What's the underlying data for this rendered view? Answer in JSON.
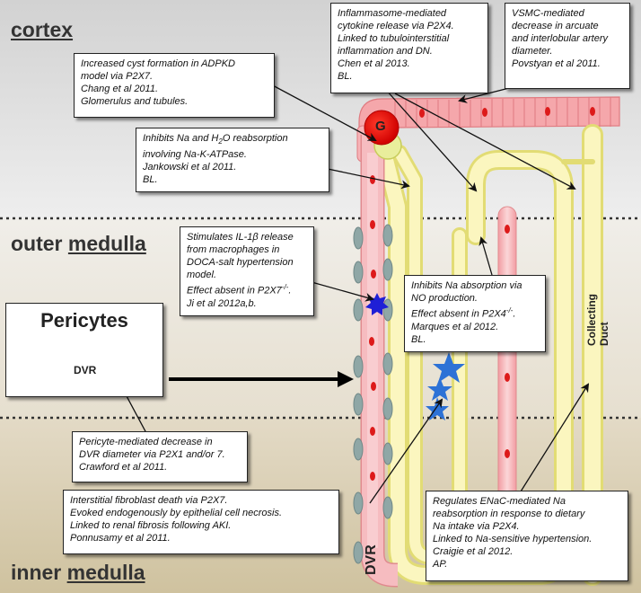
{
  "zones": {
    "cortex": "cortex",
    "outer_a": "outer ",
    "outer_b": "medulla",
    "inner_a": "inner ",
    "inner_b": "medulla"
  },
  "glomerulus_label": "G",
  "pericytes": {
    "title": "Pericytes",
    "vessel_label": "DVR"
  },
  "vessel_labels": {
    "dvr": "DVR",
    "collecting_duct": "Collecting Duct"
  },
  "notes": {
    "cyst": [
      "Increased cyst formation in ADPKD",
      "model via P2X7.",
      "Chang et al 2011.",
      "Glomerulus and tubules."
    ],
    "inflammasome": [
      "Inflammasome-mediated",
      "cytokine release via P2X4.",
      "Linked to tubulointerstitial",
      "inflammation and DN.",
      "Chen et al 2013.",
      "BL."
    ],
    "vsmc": [
      "VSMC-mediated",
      "decrease in arcuate",
      "and interlobular artery",
      "diameter.",
      "Povstyan et al 2011."
    ],
    "nak": {
      "l1a": "Inhibits Na and H",
      "l1b": "2",
      "l1c": "O reabsorption",
      "l2": "involving Na-K-ATPase.",
      "l3": "Jankowski et al 2011.",
      "l4": "BL."
    },
    "il1": {
      "l1": "Stimulates IL-1β release",
      "l2": "from macrophages in",
      "l3": "DOCA-salt hypertension",
      "l4": "model.",
      "l5a": "Effect absent in P2X7",
      "l5b": "-/-",
      "l5c": ".",
      "l6": "Ji et al 2012a,b."
    },
    "no": {
      "l1": "Inhibits Na absorption via",
      "l2": "NO production.",
      "l3a": "Effect absent in P2X4",
      "l3b": "-/-",
      "l3c": ".",
      "l4": "Marques et al 2012.",
      "l5": "BL."
    },
    "pericyte_note": [
      "Pericyte-mediated decrease in",
      "DVR diameter via P2X1 and/or 7.",
      "Crawford et al 2011."
    ],
    "fibroblast": [
      "Interstitial fibroblast death via P2X7.",
      "Evoked endogenously by epithelial cell necrosis.",
      "Linked to renal fibrosis following AKI.",
      "Ponnusamy et al 2011."
    ],
    "enac": [
      "Regulates ENaC-mediated Na",
      "reabsorption in response to dietary",
      "Na intake via P2X4.",
      "Linked to Na-sensitive hypertension.",
      "Craigie et al 2012.",
      "AP."
    ]
  },
  "colors": {
    "cortex_bg": "#e4e4e4",
    "outer_medulla_bg": "#ebe6db",
    "inner_medulla_bg": "#d9ceb4",
    "vessel_fill": "#f4b8bb",
    "vessel_stroke": "#e08a8e",
    "rbc": "#e02020",
    "tubule_fill": "#fbf7c4",
    "tubule_stroke": "#e6e27a",
    "pericyte_cell": "#8fa3a2",
    "glomerulus": "#e81010",
    "star_blue": "#2a6fd0",
    "star_dark": "#1a1acc"
  }
}
